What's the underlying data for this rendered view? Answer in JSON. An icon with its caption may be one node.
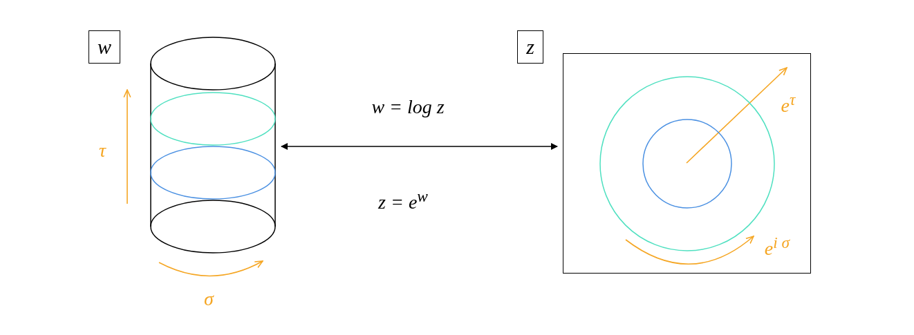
{
  "diagram": {
    "nodes": [
      {
        "text": [
          "w"
        ]
      },
      {
        "text": [],
        "shape": "cylinder"
      },
      {
        "text": [
          "z"
        ]
      },
      {
        "text": [],
        "shape": "box"
      }
    ],
    "edges": [
      {
        "from": 1,
        "to": 3,
        "arrow": "both"
      }
    ],
    "labels": [
      "τ",
      "σ",
      "w = log z",
      "z = e$^{w}$",
      "e$^{τ}$",
      "e$^{i σ}$"
    ]
  }
}
